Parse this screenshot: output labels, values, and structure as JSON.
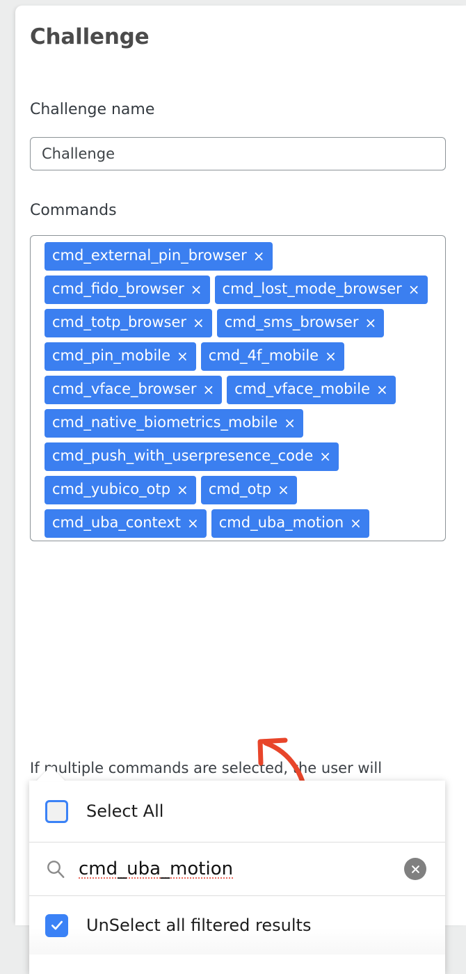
{
  "page": {
    "title": "Challenge",
    "background_color": "#eceded",
    "card_background": "#ffffff",
    "accent_color": "#3b7ff0"
  },
  "form": {
    "challenge_name": {
      "label": "Challenge name",
      "value": "Challenge",
      "placeholder": "Challenge"
    },
    "commands": {
      "label": "Commands",
      "help_text": "If multiple commands are selected, the user will",
      "tags": [
        {
          "label": "cmd_external_pin_browser",
          "remove": "×"
        },
        {
          "label": "cmd_fido_browser",
          "remove": "×"
        },
        {
          "label": "cmd_lost_mode_browser",
          "remove": "×"
        },
        {
          "label": "cmd_totp_browser",
          "remove": "×"
        },
        {
          "label": "cmd_sms_browser",
          "remove": "×"
        },
        {
          "label": "cmd_pin_mobile",
          "remove": "×"
        },
        {
          "label": "cmd_4f_mobile",
          "remove": "×"
        },
        {
          "label": "cmd_vface_browser",
          "remove": "×"
        },
        {
          "label": "cmd_vface_mobile",
          "remove": "×"
        },
        {
          "label": "cmd_native_biometrics_mobile",
          "remove": "×"
        },
        {
          "label": "cmd_push_with_userpresence_code",
          "remove": "×"
        },
        {
          "label": "cmd_yubico_otp",
          "remove": "×"
        },
        {
          "label": "cmd_otp",
          "remove": "×"
        },
        {
          "label": "cmd_uba_context",
          "remove": "×"
        },
        {
          "label": "cmd_uba_motion",
          "remove": "×"
        }
      ]
    }
  },
  "dropdown": {
    "select_all": {
      "label": "Select All",
      "checked": false
    },
    "search": {
      "value": "cmd_uba_motion",
      "placeholder": "",
      "icon": "search-icon",
      "clear_icon": "×"
    },
    "unselect_filtered": {
      "label": "UnSelect all filtered results",
      "checked": true
    }
  },
  "annotation": {
    "type": "arrow",
    "color": "#e8452a",
    "points_to": "cmd_uba_motion"
  }
}
